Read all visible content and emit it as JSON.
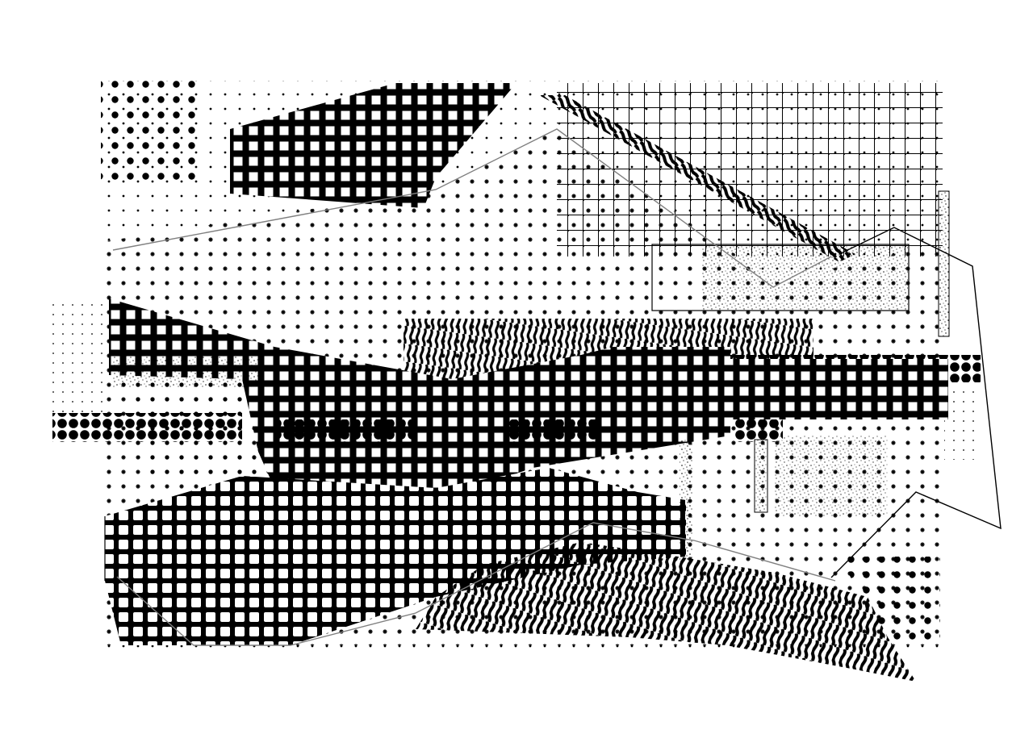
{
  "artwork": {
    "kind": "generative halftone collage",
    "colors": {
      "ink": "#000000",
      "paper": "#ffffff",
      "outline": "#000000",
      "hairline": "#808080"
    },
    "textures": [
      "dot-halftone",
      "square-grid",
      "thin-grid",
      "wave-hatch",
      "stipple"
    ]
  }
}
